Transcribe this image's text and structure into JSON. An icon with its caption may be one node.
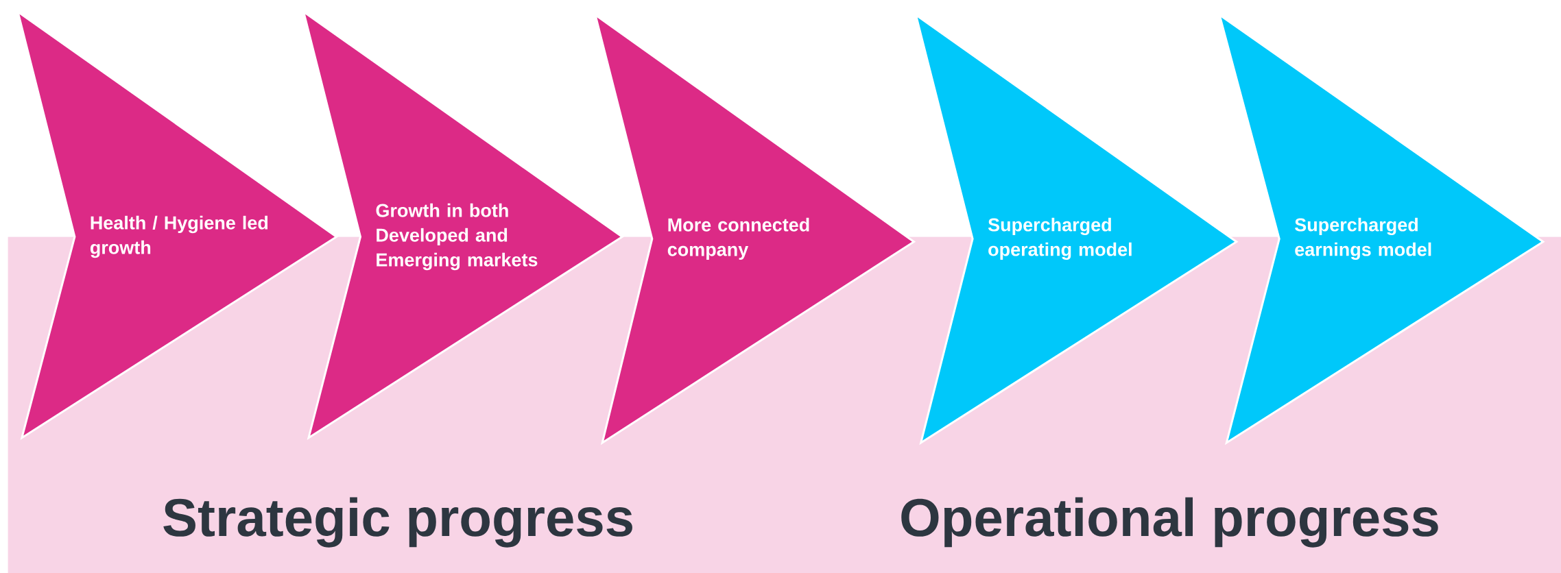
{
  "diagram": {
    "nodes": [
      {
        "text": [
          "Strategic progress",
          "Operational progress"
        ]
      },
      {
        "text": [
          "Health / Hygiene led growth"
        ]
      },
      {
        "text": [
          "Growth in both Developed and Emerging markets"
        ]
      },
      {
        "text": [
          "More connected company"
        ]
      },
      {
        "text": [
          "Supercharged operating model"
        ]
      },
      {
        "text": [
          "Supercharged earnings model"
        ]
      }
    ]
  }
}
